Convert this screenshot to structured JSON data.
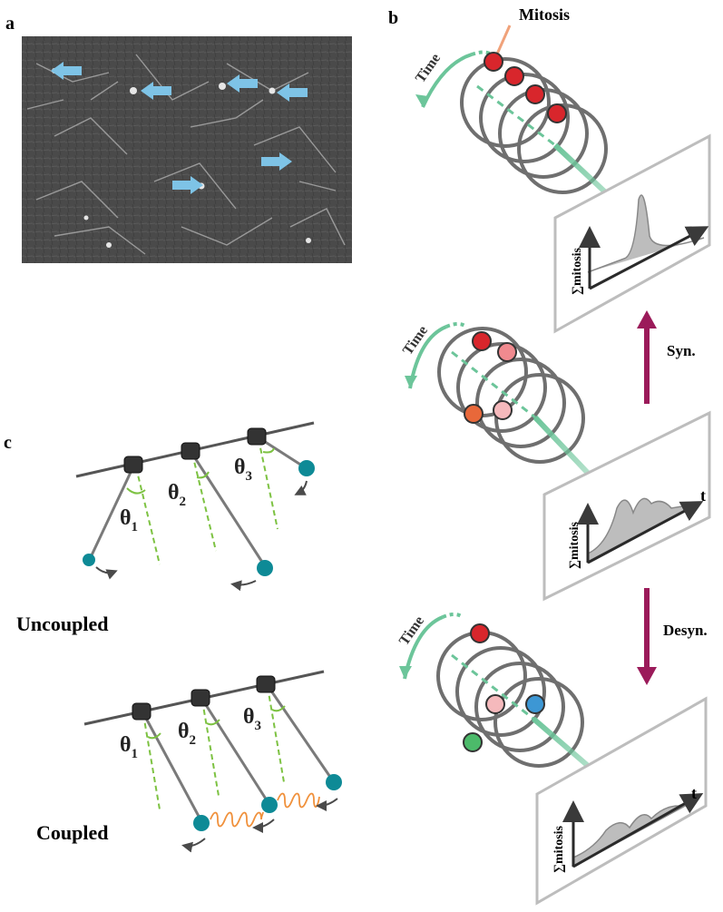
{
  "panels": {
    "a": {
      "label": "a"
    },
    "b": {
      "label": "b",
      "mitosis_label": "Mitosis",
      "time_label": "Time",
      "t_label": "t",
      "ylabel": "∑mitosis",
      "syn_label": "Syn.",
      "desyn_label": "Desyn."
    },
    "c": {
      "label": "c",
      "uncoupled_label": "Uncoupled",
      "coupled_label": "Coupled",
      "theta_symbol": "θ",
      "theta_subscripts": [
        "1",
        "2",
        "3"
      ]
    }
  },
  "colors": {
    "arrow_blue": "#7ec3e6",
    "ring_gray": "#6f6f6f",
    "time_green": "#6cc59a",
    "mitosis_red": "#d8262c",
    "pink": "#f2a3a8",
    "light_pink": "#f5b9bc",
    "orange_red": "#e8683a",
    "blue_cell": "#3d97d4",
    "green_cell": "#4cba6a",
    "maroon_arrow": "#9b1b5a",
    "teal_bob": "#0e8a96",
    "spring_orange": "#f0913c",
    "dashed_green": "#7dc242"
  }
}
